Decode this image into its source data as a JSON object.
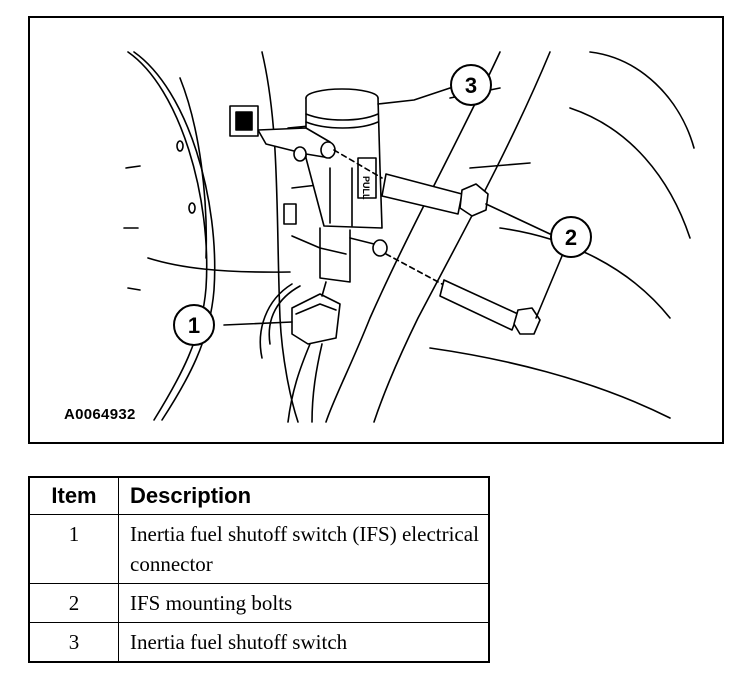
{
  "figure": {
    "id": "A0064932",
    "callouts": [
      "1",
      "2",
      "3"
    ],
    "switch_label": "PULL"
  },
  "legend": {
    "headers": {
      "item": "Item",
      "description": "Description"
    },
    "rows": [
      {
        "item": "1",
        "description": "Inertia fuel shutoff switch (IFS) electrical connector"
      },
      {
        "item": "2",
        "description": "IFS mounting bolts"
      },
      {
        "item": "3",
        "description": "Inertia fuel shutoff switch"
      }
    ]
  }
}
